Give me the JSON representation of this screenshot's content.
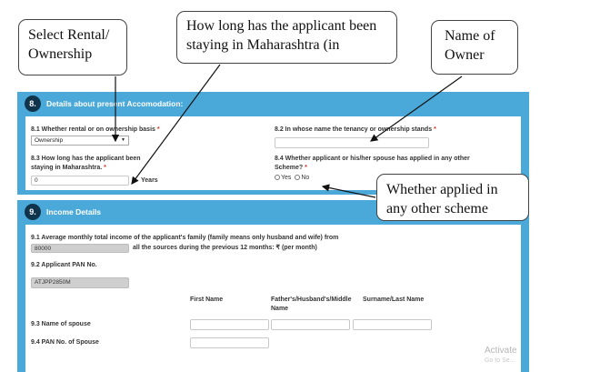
{
  "callouts": {
    "rental": {
      "line1": "Select Rental/",
      "line2": "Ownership"
    },
    "duration": {
      "line1": "How long has the applicant been",
      "line2": "staying in Maharashtra (in"
    },
    "owner": {
      "line1": "Name of",
      "line2": "Owner"
    },
    "scheme": {
      "line1": "Whether applied in",
      "line2": "any other scheme"
    }
  },
  "accommodation": {
    "section_number": "8.",
    "title": "Details about present Accomodation:",
    "q81_label": "8.1 Whether rental or on ownership basis",
    "q81_value": "Ownership",
    "q82_label": "8.2 In whose name the tenancy or ownership stands",
    "q83_label_line1": "8.3 How long has the applicant been",
    "q83_label_line2": "staying in Maharashtra.",
    "q83_value": "0",
    "q83_unit": "Years",
    "q84_label_line1": "8.4 Whether applicant or his/her spouse has applied in any other",
    "q84_label_line2": "Scheme?",
    "q84_yes": "Yes",
    "q84_no": "No",
    "required_mark": "*"
  },
  "income": {
    "section_number": "9.",
    "title": "Income Details",
    "q91_label": "9.1 Average monthly total income of the applicant's family (family means only husband and wife) from",
    "q91_value": "80000",
    "q91_suffix": "all the sources during the previous 12 months: ₹",
    "q91_per_month": "(per month)",
    "q92_label": "9.2 Applicant PAN No.",
    "q92_value": "ATJPP2850M",
    "col_first_name": "First Name",
    "col_middle_line1": "Father's/Husband's/Middle",
    "col_middle_line2": "Name",
    "col_surname": "Surname/Last Name",
    "q93_label": "9.3 Name of spouse",
    "q94_label": "9.4 PAN No. of Spouse"
  },
  "watermark": {
    "line1": "Activate",
    "line2": "Go to Se..."
  },
  "colors": {
    "section_blue": "#4aa9d9",
    "badge_navy": "#10344c",
    "required_red": "#d0302c"
  }
}
